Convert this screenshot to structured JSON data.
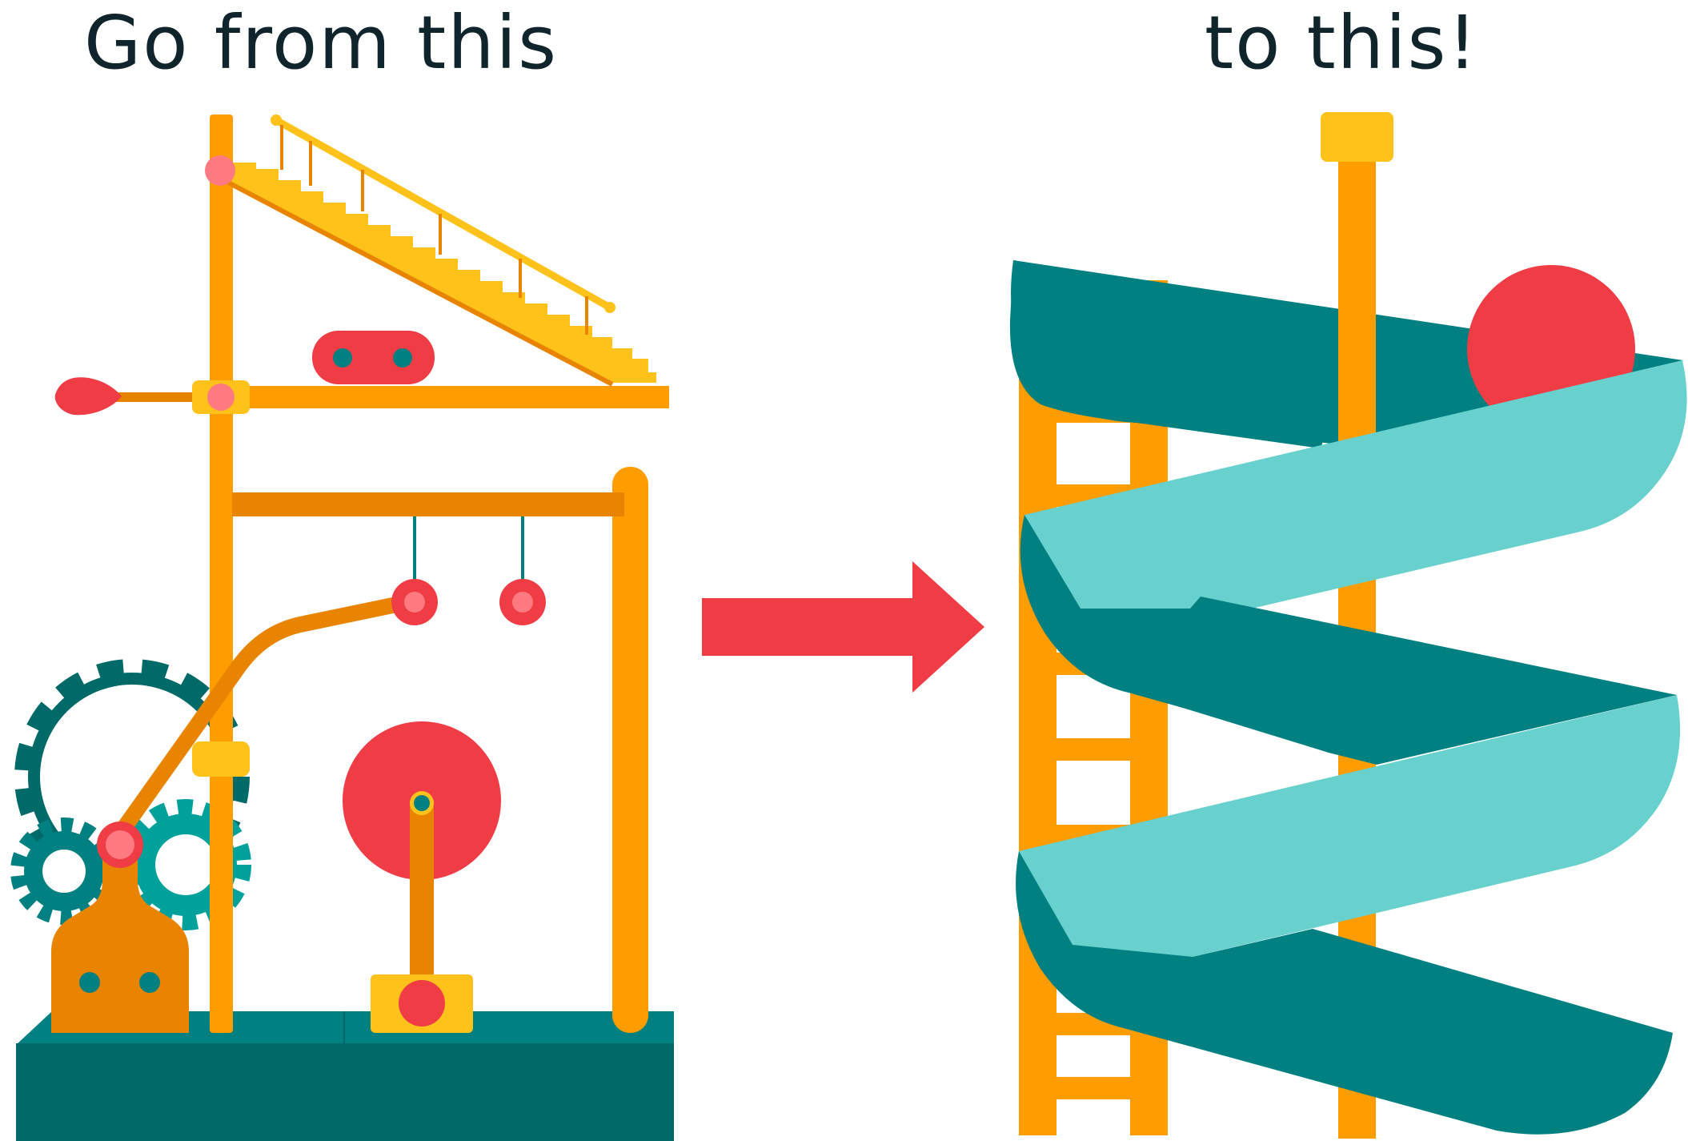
{
  "captions": {
    "left": "Go from this",
    "right": "to this!"
  },
  "colors": {
    "orange": "#ff9c00",
    "dark_orange": "#e88400",
    "yellow": "#ffc21a",
    "red": "#f03c45",
    "pink": "#ff7a80",
    "teal": "#008080",
    "dark_teal": "#006a68",
    "light_teal": "#68d1cd",
    "text": "#10242c"
  },
  "icons": {
    "left_figure": "rube-goldberg-machine-illustration",
    "arrow": "right-arrow-icon",
    "right_figure": "spiral-slide-illustration"
  }
}
